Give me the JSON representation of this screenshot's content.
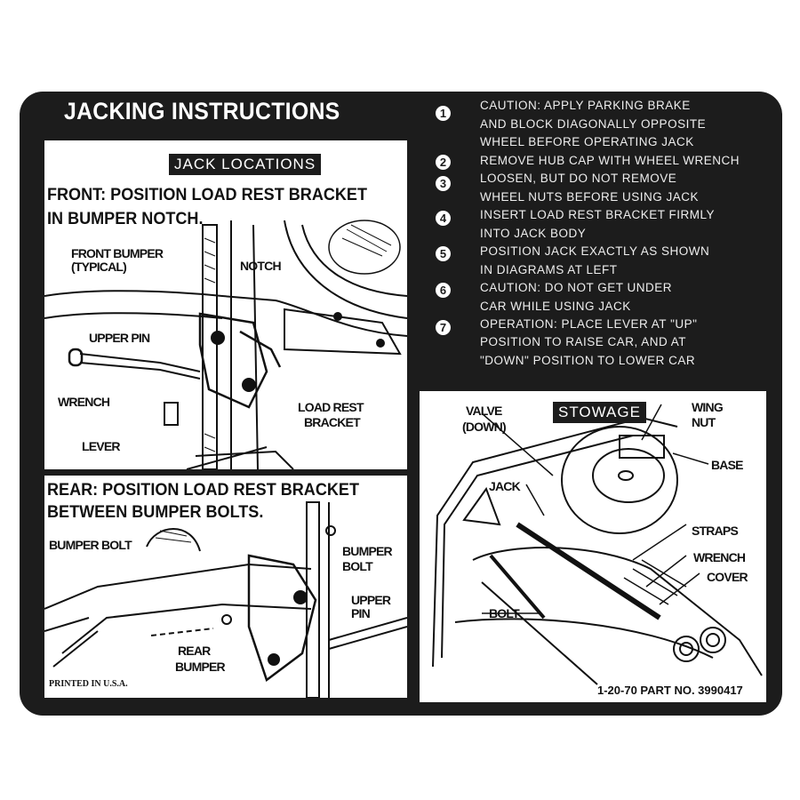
{
  "title": "JACKING INSTRUCTIONS",
  "front": {
    "tag": "JACK LOCATIONS",
    "heading": [
      "FRONT: POSITION LOAD REST BRACKET",
      "IN BUMPER NOTCH."
    ],
    "labels": {
      "front_bumper": "FRONT BUMPER",
      "typical": "(TYPICAL)",
      "notch": "NOTCH",
      "upper_pin": "UPPER PIN",
      "wrench": "WRENCH",
      "lever": "LEVER",
      "load_rest": "LOAD REST",
      "bracket": "BRACKET"
    }
  },
  "rear": {
    "heading": [
      "REAR: POSITION LOAD REST BRACKET",
      "BETWEEN BUMPER BOLTS."
    ],
    "labels": {
      "bumper_bolt_left": "BUMPER BOLT",
      "bumper": "BUMPER",
      "bolt": "BOLT",
      "upper": "UPPER",
      "pin": "PIN",
      "rear": "REAR",
      "rear_bumper": "BUMPER"
    },
    "printed": "PRINTED IN U.S.A."
  },
  "steps": [
    {
      "num": "1",
      "lines": [
        "CAUTION: APPLY PARKING BRAKE",
        "AND BLOCK DIAGONALLY OPPOSITE",
        "WHEEL BEFORE OPERATING JACK"
      ]
    },
    {
      "num": "2",
      "lines": [
        "REMOVE HUB CAP WITH WHEEL WRENCH"
      ]
    },
    {
      "num": "3",
      "lines": [
        "LOOSEN, BUT DO NOT REMOVE",
        "WHEEL NUTS BEFORE USING JACK"
      ]
    },
    {
      "num": "4",
      "lines": [
        "INSERT LOAD REST BRACKET FIRMLY",
        "INTO JACK BODY"
      ]
    },
    {
      "num": "5",
      "lines": [
        "POSITION JACK EXACTLY AS SHOWN",
        "IN DIAGRAMS AT LEFT"
      ]
    },
    {
      "num": "6",
      "lines": [
        "CAUTION: DO NOT GET UNDER",
        "CAR WHILE USING JACK"
      ]
    },
    {
      "num": "7",
      "lines": [
        "OPERATION: PLACE LEVER AT \"UP\"",
        "POSITION TO RAISE CAR, AND AT",
        "\"DOWN\" POSITION TO LOWER CAR"
      ]
    }
  ],
  "stowage": {
    "tag": "STOWAGE",
    "labels": {
      "valve": "VALVE",
      "down": "(DOWN)",
      "wing": "WING",
      "nut": "NUT",
      "base": "BASE",
      "jack": "JACK",
      "straps": "STRAPS",
      "wrench": "WRENCH",
      "cover": "COVER",
      "bolt": "BOLT"
    },
    "part": "1-20-70  PART NO. 3990417"
  }
}
